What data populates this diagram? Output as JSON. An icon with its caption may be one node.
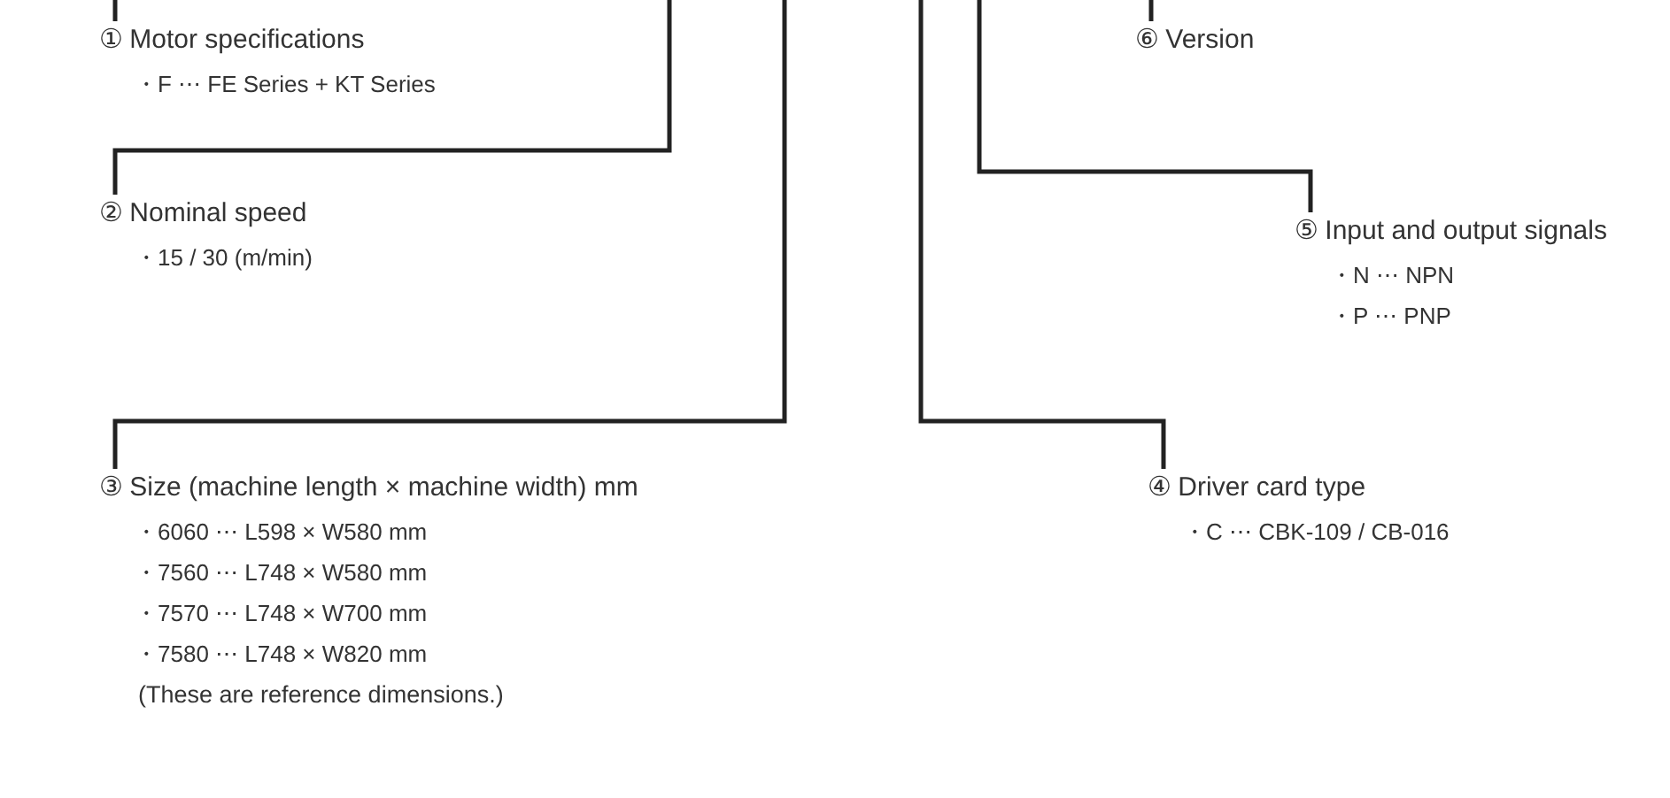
{
  "diagram": {
    "nodes": [
      {
        "text": [
          "① Motor specifications",
          "・F ⋯ FE Series + KT Series"
        ]
      },
      {
        "text": [
          "⑥ Version"
        ]
      },
      {
        "text": [
          "② Nominal speed",
          "・15 / 30 (m/min)"
        ]
      },
      {
        "text": [
          "⑤ Input and output signals",
          "・N ⋯ NPN",
          "・P ⋯ PNP"
        ]
      },
      {
        "text": [
          "③ Size (machine length × machine width) mm",
          "・6060 ⋯ L598 × W580 mm",
          "・7560 ⋯ L748 × W580 mm",
          "・7570 ⋯ L748 × W700 mm",
          "・7580 ⋯ L748 × W820 mm",
          "(These are reference dimensions.)"
        ]
      },
      {
        "text": [
          "④ Driver card type",
          "・C ⋯ CBK-109 / CB-016"
        ]
      }
    ],
    "edges": [
      {
        "from": null,
        "to": 0,
        "arrow": "none"
      },
      {
        "from": null,
        "to": 1,
        "arrow": "none"
      },
      {
        "from": null,
        "to": 2,
        "arrow": "none"
      },
      {
        "from": null,
        "to": 3,
        "arrow": "none"
      },
      {
        "from": null,
        "to": 4,
        "arrow": "none"
      },
      {
        "from": null,
        "to": 5,
        "arrow": "none"
      }
    ]
  }
}
